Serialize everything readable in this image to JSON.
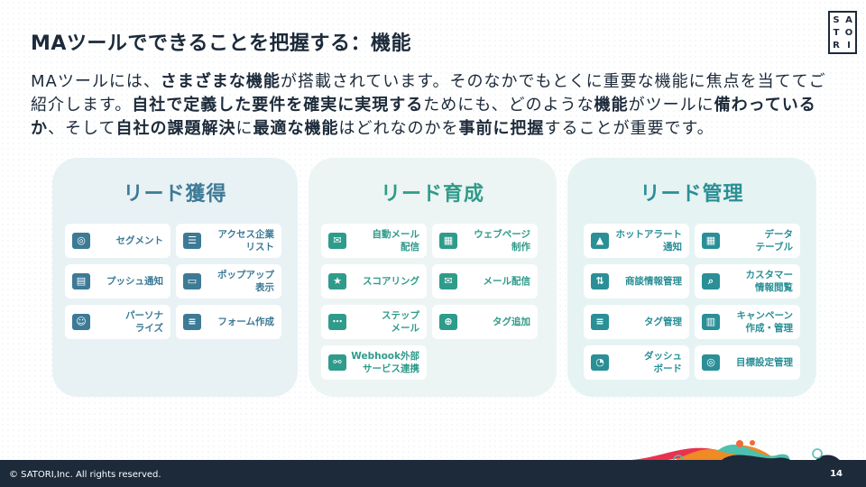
{
  "header": {
    "title": "MAツールでできることを把握する：機能",
    "logo_letters": [
      "S",
      "A",
      "T",
      "O",
      "R",
      "I"
    ]
  },
  "intro": {
    "segments": [
      {
        "text": "MAツールには、",
        "bold": false
      },
      {
        "text": "さまざまな機能",
        "bold": true
      },
      {
        "text": "が搭載されています。そのなかでもとくに重要な機能に焦点を当ててご紹介します。",
        "bold": false
      },
      {
        "text": "自社で定義した要件を確実に実現する",
        "bold": true
      },
      {
        "text": "ためにも、どのような",
        "bold": false
      },
      {
        "text": "機能",
        "bold": true
      },
      {
        "text": "がツールに",
        "bold": false
      },
      {
        "text": "備わっているか",
        "bold": true
      },
      {
        "text": "、そして",
        "bold": false
      },
      {
        "text": "自社の課題解決",
        "bold": true
      },
      {
        "text": "に",
        "bold": false
      },
      {
        "text": "最適な機能",
        "bold": true
      },
      {
        "text": "はどれなのかを",
        "bold": false
      },
      {
        "text": "事前に把握",
        "bold": true
      },
      {
        "text": "することが重要です。",
        "bold": false
      }
    ]
  },
  "cards": [
    {
      "title": "リード獲得",
      "color": "#3d7a96",
      "bg": "#e8f1f4",
      "items": [
        {
          "label": "セグメント",
          "icon": "target-icon",
          "glyph": "◎"
        },
        {
          "label": "アクセス企業\nリスト",
          "icon": "company-list-icon",
          "glyph": "☰"
        },
        {
          "label": "プッシュ通知",
          "icon": "push-notification-icon",
          "glyph": "▤"
        },
        {
          "label": "ポップアップ\n表示",
          "icon": "popup-icon",
          "glyph": "▭"
        },
        {
          "label": "パーソナ\nライズ",
          "icon": "persona-icon",
          "glyph": "☺"
        },
        {
          "label": "フォーム作成",
          "icon": "form-icon",
          "glyph": "≡"
        }
      ]
    },
    {
      "title": "リード育成",
      "color": "#2f9b8a",
      "bg": "#ecf5f3",
      "items": [
        {
          "label": "自動メール\n配信",
          "icon": "auto-mail-icon",
          "glyph": "✉"
        },
        {
          "label": "ウェブページ\n制作",
          "icon": "webpage-icon",
          "glyph": "▦"
        },
        {
          "label": "スコアリング",
          "icon": "stars-icon",
          "glyph": "★"
        },
        {
          "label": "メール配信",
          "icon": "mail-icon",
          "glyph": "✉"
        },
        {
          "label": "ステップ\nメール",
          "icon": "step-mail-icon",
          "glyph": "⋯"
        },
        {
          "label": "タグ追加",
          "icon": "tag-add-icon",
          "glyph": "⊕"
        },
        {
          "label": "Webhook外部\nサービス連携",
          "icon": "webhook-icon",
          "glyph": "⚯"
        }
      ]
    },
    {
      "title": "リード管理",
      "color": "#2a8f96",
      "bg": "#e6f3f3",
      "items": [
        {
          "label": "ホットアラート\n通知",
          "icon": "bell-icon",
          "glyph": "▲"
        },
        {
          "label": "データ\nテーブル",
          "icon": "table-icon",
          "glyph": "▦"
        },
        {
          "label": "商談情報管理",
          "icon": "deal-icon",
          "glyph": "⇅"
        },
        {
          "label": "カスタマー\n情報閲覧",
          "icon": "customer-search-icon",
          "glyph": "⌕"
        },
        {
          "label": "タグ管理",
          "icon": "tag-manage-icon",
          "glyph": "≡"
        },
        {
          "label": "キャンペーン\n作成・管理",
          "icon": "campaign-chart-icon",
          "glyph": "▥"
        },
        {
          "label": "ダッシュ\nボード",
          "icon": "dashboard-icon",
          "glyph": "◔"
        },
        {
          "label": "目標設定管理",
          "icon": "goal-icon",
          "glyph": "◎"
        }
      ]
    }
  ],
  "footer": {
    "copyright": "© SATORI,Inc. All rights reserved.",
    "page": "14"
  }
}
